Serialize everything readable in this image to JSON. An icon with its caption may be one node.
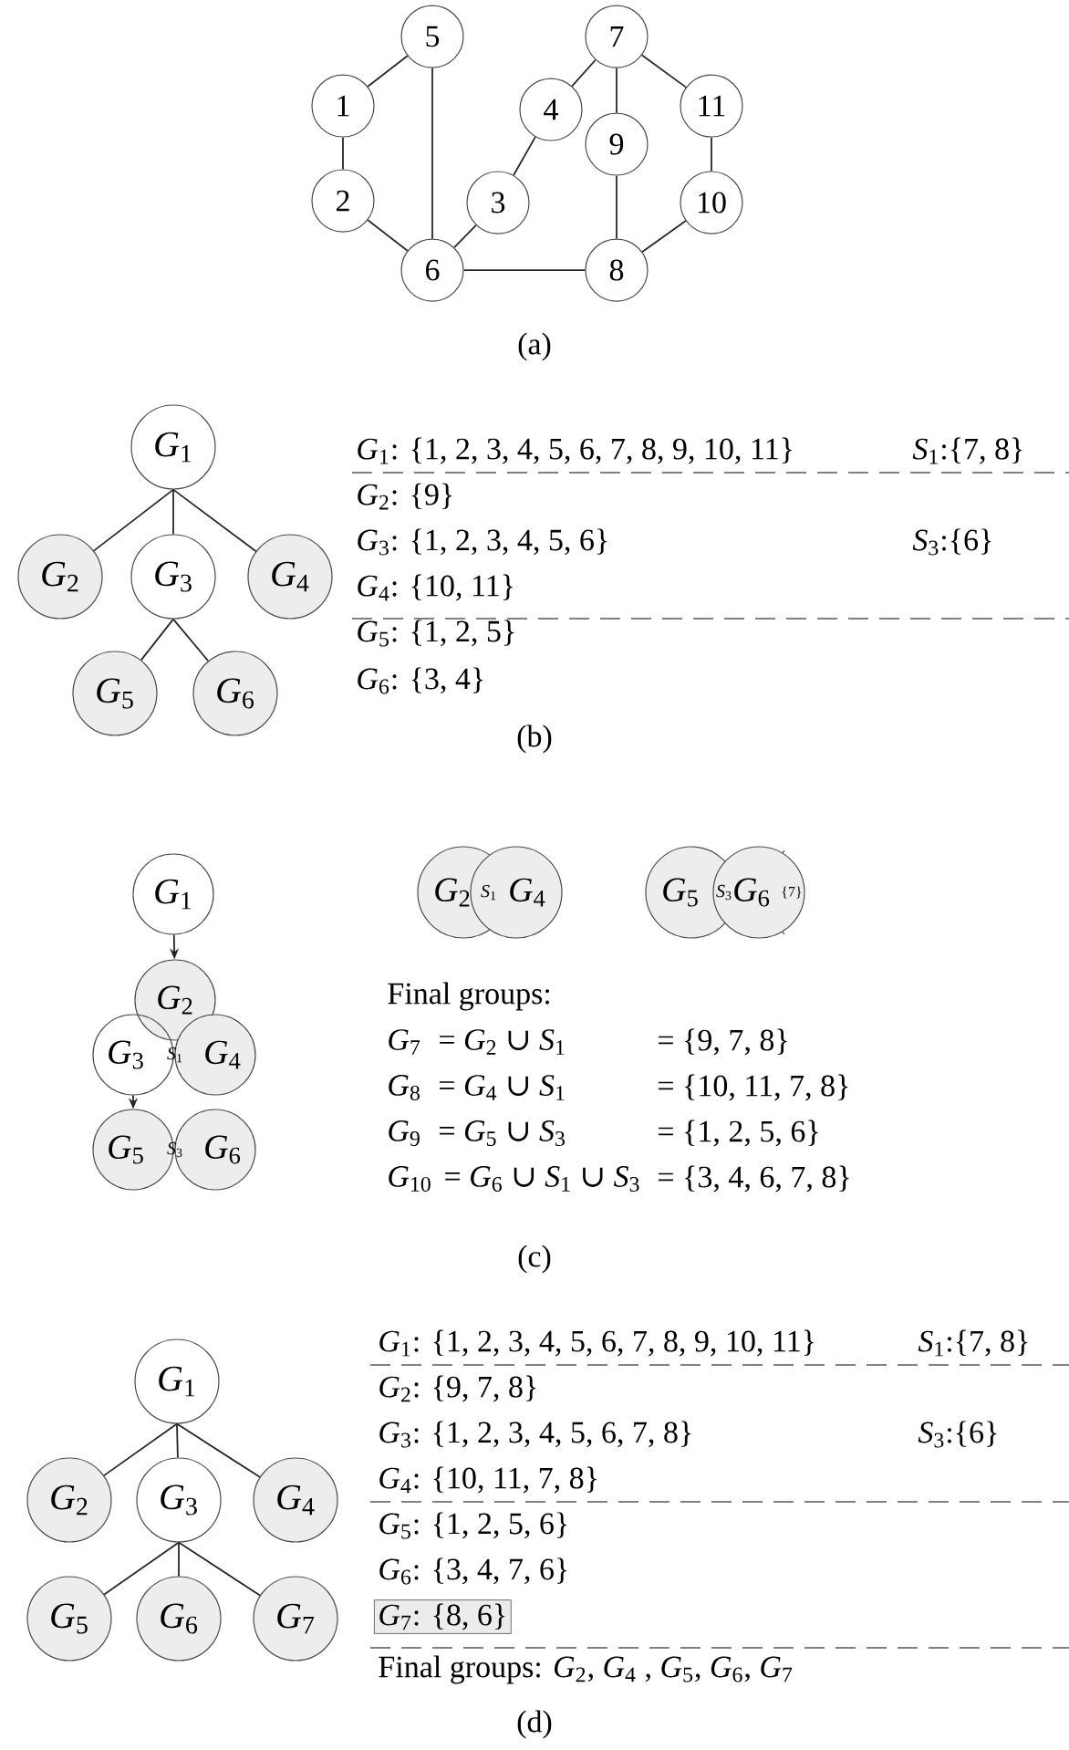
{
  "diagram": {
    "nodes": [
      {
        "text": [
          "5"
        ]
      },
      {
        "text": [
          "7"
        ]
      },
      {
        "text": [
          "1"
        ]
      },
      {
        "text": [
          "4"
        ]
      },
      {
        "text": [
          "11"
        ]
      },
      {
        "text": [
          "9"
        ]
      },
      {
        "text": [
          "2"
        ]
      },
      {
        "text": [
          "3"
        ]
      },
      {
        "text": [
          "10"
        ]
      },
      {
        "text": [
          "6"
        ]
      },
      {
        "text": [
          "8"
        ]
      },
      {
        "text": [
          "*G*$_{1}$"
        ]
      },
      {
        "text": [
          "*G*$_{2}$"
        ]
      },
      {
        "text": [
          "*G*$_{3}$"
        ]
      },
      {
        "text": [
          "*G*$_{4}$"
        ]
      },
      {
        "text": [
          "*G*$_{5}$"
        ]
      },
      {
        "text": [
          "*G*$_{6}$"
        ]
      },
      {
        "text": [
          "*G*$_{1}$"
        ]
      },
      {
        "text": [
          "*G*$_{2}$"
        ]
      },
      {
        "text": [
          "*G*$_{4}$"
        ]
      },
      {
        "text": [
          "*G*$_{5}$"
        ]
      },
      {
        "text": [
          "*G*$_{6}$"
        ]
      },
      {
        "text": [
          "*G*$_{2}$"
        ]
      },
      {
        "text": [
          "*G*$_{3}$"
        ]
      },
      {
        "text": [
          "*G*$_{4}$"
        ]
      },
      {
        "text": [
          "*G*$_{5}$"
        ]
      },
      {
        "text": [
          "*G*$_{6}$"
        ]
      },
      {
        "text": [
          "*G*$_{1}$"
        ]
      },
      {
        "text": [
          "*G*$_{2}$"
        ]
      },
      {
        "text": [
          "*G*$_{3}$"
        ]
      },
      {
        "text": [
          "*G*$_{4}$"
        ]
      },
      {
        "text": [
          "*G*$_{5}$"
        ]
      },
      {
        "text": [
          "*G*$_{6}$"
        ]
      },
      {
        "text": [
          "*G*$_{7}$"
        ]
      },
      {
        "text": [
          "*G*$_{7}$: {8, 6}"
        ]
      }
    ],
    "edges": [
      {
        "from": 2,
        "to": 0,
        "arrow": "none"
      },
      {
        "from": 2,
        "to": 6,
        "arrow": "none"
      },
      {
        "from": 6,
        "to": 9,
        "arrow": "none"
      },
      {
        "from": 0,
        "to": 9,
        "arrow": "none"
      },
      {
        "from": 9,
        "to": 7,
        "arrow": "none"
      },
      {
        "from": 7,
        "to": 3,
        "arrow": "none"
      },
      {
        "from": 3,
        "to": 1,
        "arrow": "none"
      },
      {
        "from": 1,
        "to": 5,
        "arrow": "none"
      },
      {
        "from": 5,
        "to": 10,
        "arrow": "none"
      },
      {
        "from": 9,
        "to": 10,
        "arrow": "none"
      },
      {
        "from": 1,
        "to": 4,
        "arrow": "none"
      },
      {
        "from": 4,
        "to": 8,
        "arrow": "none"
      },
      {
        "from": 8,
        "to": 10,
        "arrow": "none"
      },
      {
        "from": 11,
        "to": 12,
        "arrow": "none"
      },
      {
        "from": 11,
        "to": 13,
        "arrow": "none"
      },
      {
        "from": 11,
        "to": 14,
        "arrow": "none"
      },
      {
        "from": 13,
        "to": 15,
        "arrow": "none"
      },
      {
        "from": 13,
        "to": 16,
        "arrow": "none"
      },
      {
        "from": 17,
        "to": 22,
        "arrow": "to"
      },
      {
        "from": 23,
        "to": 25,
        "arrow": "to"
      },
      {
        "from": 27,
        "to": 28,
        "arrow": "none"
      },
      {
        "from": 27,
        "to": 29,
        "arrow": "none"
      },
      {
        "from": 27,
        "to": 30,
        "arrow": "none"
      },
      {
        "from": 29,
        "to": 31,
        "arrow": "none"
      },
      {
        "from": 29,
        "to": 32,
        "arrow": "none"
      },
      {
        "from": 29,
        "to": 33,
        "arrow": "none"
      }
    ],
    "labels": [
      "(a)",
      "*G*$_{1}$: {1, 2, 3, 4, 5, 6, 7, 8, 9, 10, 11}",
      "*S*$_{1}$:{7, 8}",
      "*G*$_{2}$: {9}",
      "*G*$_{3}$: {1, 2, 3, 4, 5, 6}",
      "*S*$_{3}$:{6}",
      "*G*$_{4}$: {10, 11}",
      "*G*$_{5}$: {1, 2, 5}",
      "*G*$_{6}$: {3, 4}",
      "(b)",
      "*S*$_{1}$",
      "*S*$_{3}$",
      "{7}",
      "Final groups:",
      "*G*$_{7}$",
      "= *G*$_{2}$ ∪ *S*$_{1}$",
      "= {9, 7, 8}",
      "*G*$_{8}$",
      "= *G*$_{4}$ ∪ *S*$_{1}$",
      "= {10, 11, 7, 8}",
      "*G*$_{9}$",
      "= *G*$_{5}$ ∪ *S*$_{3}$",
      "= {1, 2, 5, 6}",
      "*G*$_{10}$",
      "= *G*$_{6}$ ∪ *S*$_{1}$ ∪ *S*$_{3}$",
      "= {3, 4, 6, 7, 8}",
      "*S*$_{1}$",
      "*S*$_{3}$",
      "(c)",
      "*G*$_{1}$: {1, 2, 3, 4, 5, 6, 7, 8, 9, 10, 11}",
      "*S*$_{1}$:{7, 8}",
      "*G*$_{2}$: {9, 7, 8}",
      "*G*$_{3}$: {1, 2, 3, 4, 5, 6, 7, 8}",
      "*S*$_{3}$:{6}",
      "*G*$_{4}$: {10, 11, 7, 8}",
      "*G*$_{5}$: {1, 2, 5, 6}",
      "*G*$_{6}$: {3, 4, 7, 6}",
      "Final groups: *G*$_{2}$, *G*$_{4}$ , *G*$_{5}$, *G*$_{6}$, *G*$_{7}$",
      "(d)"
    ]
  }
}
